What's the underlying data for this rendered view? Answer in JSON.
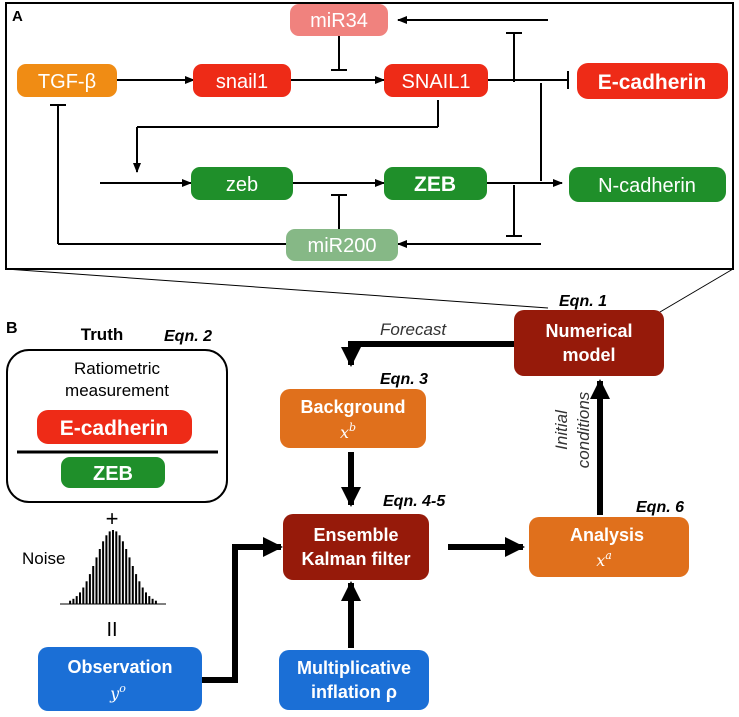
{
  "panelA": {
    "label": "A",
    "nodes": {
      "tgfb": "TGF-β",
      "snail1": "snail1",
      "mir34": "miR34",
      "snail1_protein": "SNAIL1",
      "ecad": "E-cadherin",
      "zeb": "zeb",
      "zeb_protein": "ZEB",
      "ncad": "N-cadherin",
      "mir200": "miR200"
    }
  },
  "panelB": {
    "label": "B",
    "truth": "Truth",
    "eqn2": "Eqn. 2",
    "ratio_line1": "Ratiometric",
    "ratio_line2": "measurement",
    "ratio_numerator": "E-cadherin",
    "ratio_denominator": "ZEB",
    "plus": "+",
    "noise": "Noise",
    "equals": "II",
    "forecast": "Forecast",
    "initial": "Initial",
    "conditions": "conditions",
    "eqn1": "Eqn. 1",
    "eqn3": "Eqn. 3",
    "eqn45": "Eqn. 4-5",
    "eqn6": "Eqn. 6",
    "model_l1": "Numerical",
    "model_l2": "model",
    "background": "Background",
    "background_sym": "x",
    "background_sup": "b",
    "enkf_l1": "Ensemble",
    "enkf_l2": "Kalman filter",
    "analysis": "Analysis",
    "analysis_sym": "x",
    "analysis_sup": "a",
    "observation": "Observation",
    "obs_sym": "y",
    "obs_sup": "o",
    "infl_l1": "Multiplicative",
    "infl_l2": "inflation ρ"
  },
  "colors": {
    "orange": "#f08c14",
    "red": "#ee2b17",
    "pink": "#f0827e",
    "green": "#1f8f2a",
    "light_green": "#86b886",
    "dark_red": "#961a0a",
    "flow_orange": "#e0701c",
    "blue": "#1b6fd6"
  }
}
